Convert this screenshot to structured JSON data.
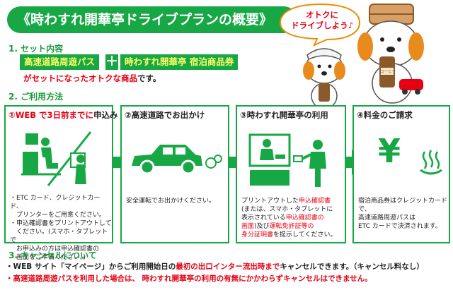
{
  "title": "《時わすれ開華亭ドライブプランの概要》",
  "bubble": {
    "line1": "オトクに",
    "line2": "ドライブしよう♪"
  },
  "section1": {
    "heading": "1. セット内容",
    "item1": "高速道路周遊パス",
    "plus": "＋",
    "item2": "時わすれ開華亭 宿泊商品券",
    "desc_red": "がセットになったオトクな商品",
    "desc_end": "です。"
  },
  "section2": {
    "heading": "2. ご利用方法"
  },
  "steps": [
    {
      "title_red": "①WEB で3日前までに",
      "title_end": "申込み",
      "lines": [
        "・ETC カード、クレジットカード、",
        "　プリンターをご用意ください。",
        "・申込確認書をプリントアウトして",
        "　ください。(スマホ・タブレットで",
        "　お申込みの方は申込確認書の",
        "　画面をご準備ください。)"
      ]
    },
    {
      "title": "②高速道路でお出かけ",
      "lines": [
        "安全運転でお出かけください。"
      ]
    },
    {
      "title": "③時わすれ開華亭の利用",
      "seg1": "プリントアウトした",
      "seg2": "申込確認書",
      "seg3": "(または、スマホ・タブレットに",
      "seg4": "表示されている",
      "seg5": "申込確認書の",
      "seg6": "画面",
      "seg7": ")及び",
      "seg8": "運転免許証等の",
      "seg9": "身分証明書",
      "seg10": "を提示してください。"
    },
    {
      "title": "④料金のご請求",
      "lines": [
        "宿泊商品券はクレジットカードで、",
        "高速道路周遊パスは",
        "ETC カードで決済されます。"
      ]
    }
  ],
  "icons": {
    "yen": "¥",
    "coffee_label": "コーヒー"
  },
  "section3": {
    "heading": "3. キャンセルについて",
    "line1_a": "・WEB サイト「マイページ」からご利用開始日の",
    "line1_b": "最初の出口インター流出時まで",
    "line1_c": "キャンセルできます。（キャンセル料なし）",
    "line2": "・高速道路周遊パスを利用した場合は、 時わすれ開華亭の利用の有無にかかわらずキャンセルはできません。"
  },
  "colors": {
    "green": "#17a845",
    "red": "#e60012",
    "yellow": "#ffff66"
  }
}
